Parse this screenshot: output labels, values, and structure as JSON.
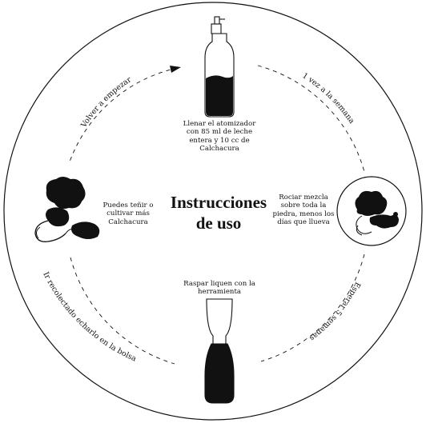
{
  "title": {
    "line1": "Instrucciones",
    "line2": "de uso"
  },
  "steps": {
    "top": {
      "label": "Llenar el atomizador con 85 ml de leche entera y 10 cc de Calchacura",
      "icon": "spray-bottle-icon"
    },
    "right": {
      "label": "Rociar mezcla sobre toda la piedra, menos los días que llueva",
      "icon": "lichen-stone-icon"
    },
    "bottom": {
      "label": "Raspar liquen con la herramienta",
      "icon": "scraper-tool-icon"
    },
    "left": {
      "label": "Puedes teñir o cultivar más Calchacura",
      "icon": "lichen-cluster-icon"
    }
  },
  "arcs": {
    "top_right": "1 vez a la semana",
    "bottom_right": "Esperar 5 semanas",
    "bottom_left": "Ir recolectado echarlo en la bolsa",
    "top_left": "Volver a empezar"
  },
  "colors": {
    "ink": "#111111",
    "background": "#ffffff"
  }
}
